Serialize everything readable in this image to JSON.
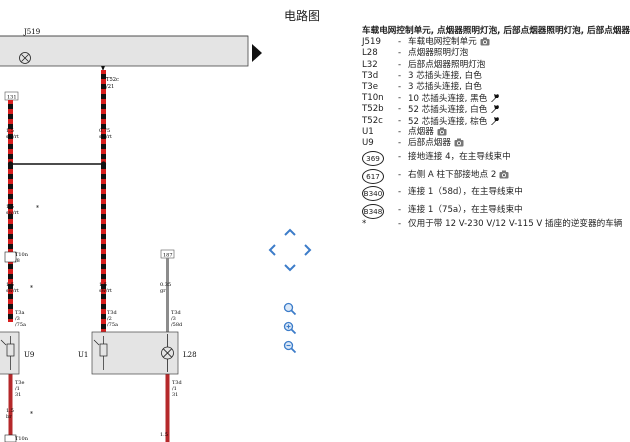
{
  "page": {
    "title": "电路图"
  },
  "diagram": {
    "module_label": "J519",
    "connectors": {
      "c1": "T52c",
      "c1_pin": "/21",
      "c2": "T10n",
      "c2_pin": "/8",
      "c3": "T3a",
      "c4": "T3d",
      "c5": "T3e"
    },
    "wire_labels": {
      "a_size": "1.5",
      "a_color": "sw/rt",
      "b_size": "0.75",
      "b_color": "sw/rt",
      "c_size": "1.5",
      "c_color": "sw/rt",
      "c_note": "*",
      "d_size": "1.5",
      "d_color": "sw/rt",
      "d_note": "*",
      "e_size": "1.5",
      "e_color": "sw/rt",
      "f_size": "0.35",
      "f_color": "gr",
      "g_size": "1.5",
      "g_color": "br",
      "g_note": "*",
      "h_size": "1.5"
    },
    "terminals": {
      "t1": "131",
      "t2": "187"
    },
    "pins": {
      "p1": "/3",
      "p2": "/75a",
      "p3": "/2",
      "p4": "/75a",
      "p5": "/3",
      "p6": "/58d",
      "p7": "/1",
      "p8": "31",
      "p9": "/1",
      "p10": "31"
    },
    "components": {
      "c1": "U9",
      "c2": "U1",
      "c3": "L28"
    }
  },
  "legend": {
    "title": "车载电网控制单元, 点烟器照明灯泡, 后部点烟器照明灯泡, 后部点烟器",
    "items": [
      {
        "code": "J519",
        "desc": "车载电网控制单元",
        "icon": "camera-icon"
      },
      {
        "code": "L28",
        "desc": "点烟器照明灯泡",
        "icon": ""
      },
      {
        "code": "L32",
        "desc": "后部点烟器照明灯泡",
        "icon": ""
      },
      {
        "code": "T3d",
        "desc": "3 芯插头连接, 白色",
        "icon": ""
      },
      {
        "code": "T3e",
        "desc": "3 芯插头连接, 白色",
        "icon": ""
      },
      {
        "code": "T10n",
        "desc": "10 芯插头连接, 黑色",
        "icon": "connector-icon"
      },
      {
        "code": "T52b",
        "desc": "52 芯插头连接, 白色",
        "icon": "connector-icon"
      },
      {
        "code": "T52c",
        "desc": "52 芯插头连接, 棕色",
        "icon": "connector-icon"
      },
      {
        "code": "U1",
        "desc": "点烟器",
        "icon": "camera-icon"
      },
      {
        "code": "U9",
        "desc": "后部点烟器",
        "icon": "camera-icon"
      }
    ],
    "circled": [
      {
        "code": "369",
        "desc": "接地连接 4，在主导线束中",
        "icon": ""
      },
      {
        "code": "617",
        "desc": "右侧 A 柱下部接地点 2",
        "icon": "camera-icon"
      },
      {
        "code": "B340",
        "desc": "连接 1（58d），在主导线束中",
        "icon": ""
      },
      {
        "code": "B348",
        "desc": "连接 1（75a），在主导线束中",
        "icon": ""
      }
    ],
    "footnote": {
      "code": "*",
      "desc": "仅用于带 12 V-230 V/12 V-115 V 插座的逆变器的车辆"
    }
  },
  "colors": {
    "wire_black": "#111111",
    "wire_red": "#d81e1e",
    "wire_gray": "#8c8c8c",
    "wire_brown": "#b5282a",
    "module_fill": "#e4e4e4",
    "nav_blue": "#3c7cc9"
  }
}
